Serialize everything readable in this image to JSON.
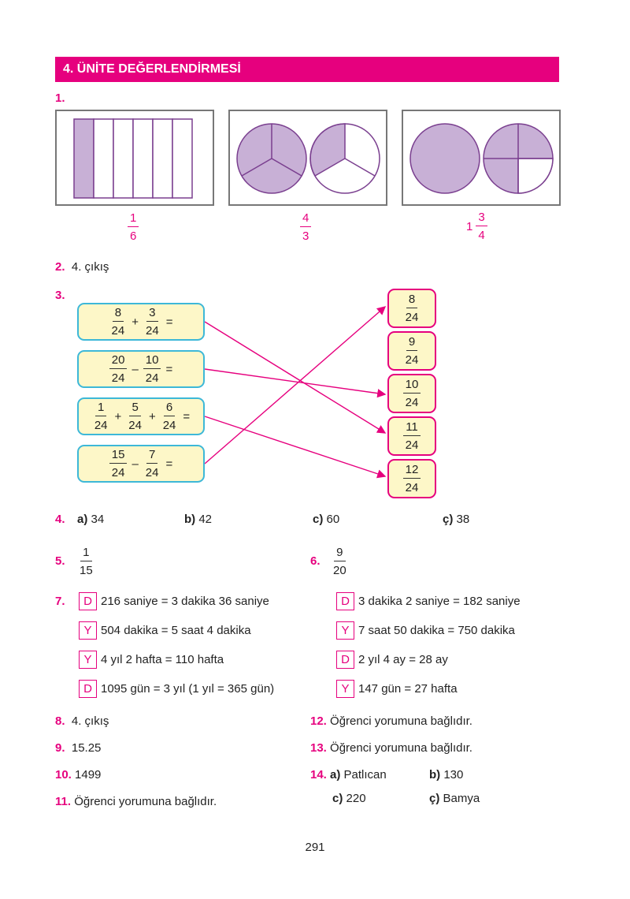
{
  "header": {
    "title": "4. ÜNİTE DEĞERLENDİRMESİ"
  },
  "q1": {
    "num": "1.",
    "a": {
      "top": "1",
      "bottom": "6"
    },
    "b": {
      "top": "4",
      "bottom": "3"
    },
    "c": {
      "whole": "1",
      "top": "3",
      "bottom": "4"
    }
  },
  "q2": {
    "num": "2.",
    "text": "4. çıkış"
  },
  "q3": {
    "num": "3.",
    "eqs": [
      {
        "terms": [
          [
            "8",
            "24"
          ],
          [
            "3",
            "24"
          ]
        ],
        "ops": [
          "+"
        ]
      },
      {
        "terms": [
          [
            "20",
            "24"
          ],
          [
            "10",
            "24"
          ]
        ],
        "ops": [
          "–"
        ]
      },
      {
        "terms": [
          [
            "1",
            "24"
          ],
          [
            "5",
            "24"
          ],
          [
            "6",
            "24"
          ]
        ],
        "ops": [
          "+",
          "+"
        ]
      },
      {
        "terms": [
          [
            "15",
            "24"
          ],
          [
            "7",
            "24"
          ]
        ],
        "ops": [
          "–"
        ]
      }
    ],
    "equals": "=",
    "answers": [
      [
        "8",
        "24"
      ],
      [
        "9",
        "24"
      ],
      [
        "10",
        "24"
      ],
      [
        "11",
        "24"
      ],
      [
        "12",
        "24"
      ]
    ]
  },
  "q4": {
    "num": "4.",
    "a_label": "a)",
    "a": "34",
    "b_label": "b)",
    "b": "42",
    "c_label": "c)",
    "c": "60",
    "d_label": "ç)",
    "d": "38"
  },
  "q5": {
    "num": "5.",
    "top": "1",
    "bottom": "15"
  },
  "q6": {
    "num": "6.",
    "top": "9",
    "bottom": "20"
  },
  "q7": {
    "num": "7.",
    "left": [
      {
        "mark": "D",
        "text": "216 saniye = 3 dakika 36 saniye"
      },
      {
        "mark": "Y",
        "text": "504 dakika = 5 saat 4 dakika"
      },
      {
        "mark": "Y",
        "text": "4 yıl 2 hafta = 110 hafta"
      },
      {
        "mark": "D",
        "text": "1095 gün = 3 yıl (1 yıl = 365 gün)"
      }
    ],
    "right": [
      {
        "mark": "D",
        "text": "3 dakika 2 saniye = 182 saniye"
      },
      {
        "mark": "Y",
        "text": "7 saat 50 dakika = 750 dakika"
      },
      {
        "mark": "D",
        "text": "2 yıl 4 ay = 28 ay"
      },
      {
        "mark": "Y",
        "text": "147 gün = 27 hafta"
      }
    ]
  },
  "q8": {
    "num": "8.",
    "text": "4. çıkış"
  },
  "q9": {
    "num": "9.",
    "text": "15.25"
  },
  "q10": {
    "num": "10.",
    "text": "1499"
  },
  "q11": {
    "num": "11.",
    "text": "Öğrenci yorumuna bağlıdır."
  },
  "q12": {
    "num": "12.",
    "text": "Öğrenci yorumuna bağlıdır."
  },
  "q13": {
    "num": "13.",
    "text": "Öğrenci yorumuna bağlıdır."
  },
  "q14": {
    "num": "14.",
    "a_label": "a)",
    "a": "Patlıcan",
    "b_label": "b)",
    "b": "130",
    "c_label": "c)",
    "c": "220",
    "d_label": "ç)",
    "d": "Bamya"
  },
  "page_number": "291",
  "colors": {
    "accent": "#e6007e",
    "shade": "#c8b0d6",
    "stroke": "#7a3f8f",
    "eq_border": "#3db8d8",
    "box_fill": "#fdf7c8"
  }
}
